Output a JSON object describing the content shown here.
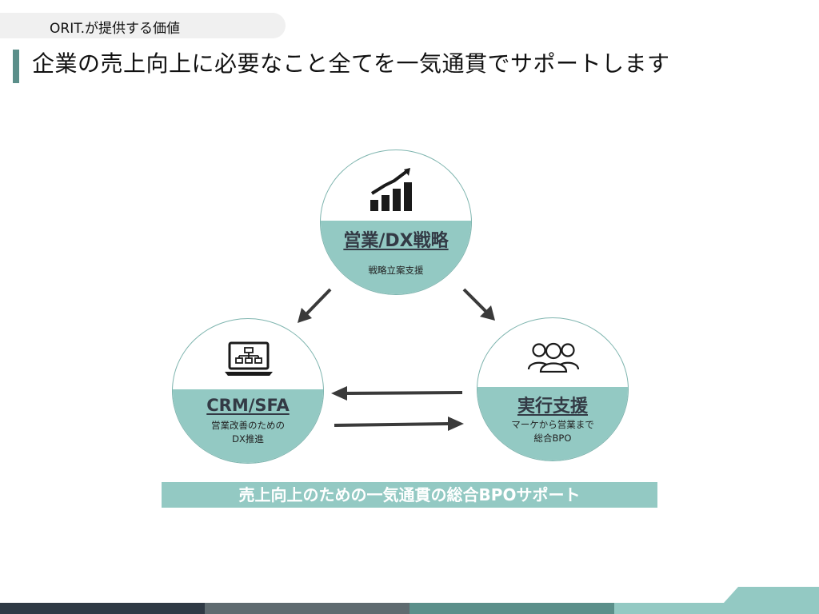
{
  "header": {
    "section_label": "ORIT.が提供する価値",
    "title": "企業の売上向上に必要なこと全てを一気通貫でサポートします"
  },
  "diagram": {
    "top": {
      "icon": "bar-chart-growth-icon",
      "label": "営業/DX戦略",
      "sub": "戦略立案支援"
    },
    "left": {
      "icon": "laptop-org-chart-icon",
      "label": "CRM/SFA",
      "sub_line1": "営業改善のための",
      "sub_line2": "DX推進"
    },
    "right": {
      "icon": "people-group-icon",
      "label": "実行支援",
      "sub_line1": "マーケから営業まで",
      "sub_line2": "総合BPO"
    }
  },
  "banner": {
    "text": "売上向上のための一気通貫の総合BPOサポート"
  },
  "colors": {
    "teal_light": "#93c9c3",
    "teal_dark": "#5b8f8a",
    "navy": "#2f3a45",
    "gray": "#5f6b70",
    "arrow": "#3a3a3a"
  }
}
